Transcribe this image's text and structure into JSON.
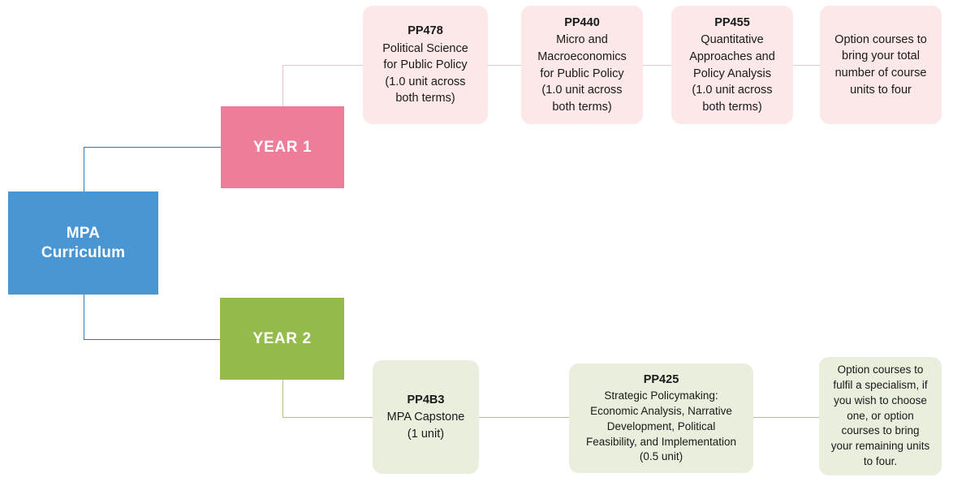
{
  "diagram": {
    "title_node": {
      "label": "MPA\nCurriculum",
      "color": "#4a96d2"
    },
    "branches": [
      {
        "year_label": "YEAR 1",
        "color": "#ee7d9a",
        "card_color": "#fce8e8",
        "connector_color": "#f0c3c7",
        "courses": [
          {
            "code": "PP478",
            "desc": "Political Science\nfor Public Policy\n(1.0 unit across\nboth terms)"
          },
          {
            "code": "PP440",
            "desc": "Micro and\nMacroeconomics\nfor Public Policy\n(1.0 unit across\nboth terms)"
          },
          {
            "code": "PP455",
            "desc": "Quantitative\nApproaches and\nPolicy Analysis\n(1.0 unit across\nboth terms)"
          },
          {
            "code": "",
            "desc": "Option courses to\nbring your total\nnumber of course\nunits to four"
          }
        ]
      },
      {
        "year_label": "YEAR 2",
        "color": "#94bb4c",
        "card_color": "#eaeedc",
        "connector_color": "#bcbc7c",
        "courses": [
          {
            "code": "PP4B3",
            "desc": "MPA Capstone\n(1 unit)"
          },
          {
            "code": "PP425",
            "desc": "Strategic Policymaking:\nEconomic Analysis, Narrative\nDevelopment, Political\nFeasibility, and Implementation\n(0.5 unit)"
          },
          {
            "code": "",
            "desc": "Option courses to\nfulfil a specialism, if\nyou wish to choose\none, or option\ncourses to bring\nyour remaining units\nto four."
          }
        ]
      }
    ]
  }
}
